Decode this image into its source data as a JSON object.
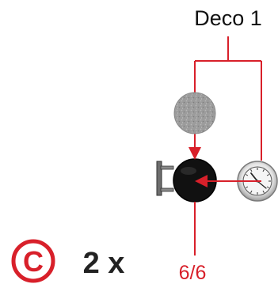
{
  "callout": {
    "part_label": "Deco 1",
    "count_label": "6/6"
  },
  "step": {
    "letter": "C",
    "quantity": "2 x"
  },
  "colors": {
    "accent": "#d8202a",
    "ink": "#111111",
    "grey_disc": "#9a9a9a",
    "clock_face": "#f0f0f0"
  },
  "icons": {
    "grey_disc": "textured-grey-disc-icon",
    "black_disc": "black-disc-icon",
    "clock": "wall-clock-icon",
    "bracket": "wall-bracket-icon"
  }
}
